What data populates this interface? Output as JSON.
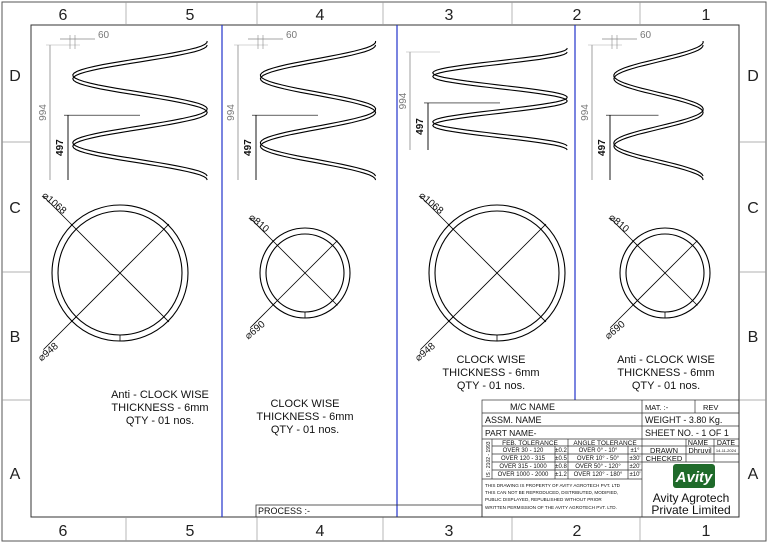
{
  "frame": {
    "columns": [
      "6",
      "5",
      "4",
      "3",
      "2",
      "1"
    ],
    "rows": [
      "D",
      "C",
      "B",
      "A"
    ]
  },
  "views": [
    {
      "pitch": "60",
      "height": "994",
      "half_height": "497",
      "outer_dia": "⌀1068",
      "inner_dia": "⌀948",
      "notes": [
        "Anti - CLOCK WISE",
        "THICKNESS - 6mm",
        "QTY - 01 nos."
      ]
    },
    {
      "pitch": "60",
      "height": "994",
      "half_height": "497",
      "outer_dia": "⌀810",
      "inner_dia": "⌀690",
      "notes": [
        "CLOCK WISE",
        "THICKNESS - 6mm",
        "QTY - 01 nos."
      ]
    },
    {
      "pitch": "",
      "height": "994",
      "half_height": "497",
      "outer_dia": "⌀1068",
      "inner_dia": "⌀948",
      "notes": [
        "CLOCK WISE",
        "THICKNESS - 6mm",
        "QTY - 01 nos."
      ]
    },
    {
      "pitch": "60",
      "height": "994",
      "half_height": "497",
      "outer_dia": "⌀810",
      "inner_dia": "⌀690",
      "notes": [
        "Anti - CLOCK WISE",
        "THICKNESS - 6mm",
        "QTY - 01 nos."
      ]
    }
  ],
  "process_label": "PROCESS :-",
  "title_block": {
    "mc_name": "M/C NAME",
    "assm_name": "ASSM. NAME",
    "part_name": "PART NAME-",
    "mat": "MAT. :-",
    "rev": "REV",
    "weight": "WEIGHT - 3.80 Kg.",
    "sheet": "SHEET NO. - 1 OF 1",
    "tolerance_side": "IS : 2102 - 1993",
    "fab_tol_header": "FEB. TOLERANCE",
    "angle_tol_header": "ANGLE TOLERANCE",
    "fab_rows": [
      [
        "OVER 30 - 120",
        "±0.2"
      ],
      [
        "OVER 120 - 315",
        "±0.5"
      ],
      [
        "OVER 315 - 1000",
        "±0.8"
      ],
      [
        "OVER 1000 - 2000",
        "±1.2"
      ]
    ],
    "angle_rows": [
      [
        "OVER 0° - 10°",
        "±1°"
      ],
      [
        "OVER 10° - 50°",
        "±30'"
      ],
      [
        "OVER 50° - 120°",
        "±20'"
      ],
      [
        "OVER 120° - 180°",
        "±10'"
      ]
    ],
    "name_header": "NAME",
    "date_header": "DATE",
    "drawn_label": "DRAWN",
    "drawn_name": "Dhruvil",
    "drawn_date": "14-11-2024",
    "checked_label": "CHECKED",
    "disclaimer": [
      "THIS DRAWING IS PROPERTY OF AVITY AGROTECH PVT. LTD",
      "THIS CAN NOT BE REPRODUCED, DISTRIBUTED, MODIFIED,",
      "PUBLIC DISPLAYED, REPUBLISHED WITHOUT PRIOR",
      "WRITTEN PERMISSION OF THE AVITY AGROTECH PVT. LTD."
    ],
    "logo_text": "Avity",
    "company": [
      "Avity Agrotech",
      "Private Limited"
    ]
  },
  "colors": {
    "line": "#000000",
    "dim": "#777777",
    "separator": "#2233cc",
    "logo_bg": "#1f6a2a",
    "logo_text": "#ffffff"
  }
}
